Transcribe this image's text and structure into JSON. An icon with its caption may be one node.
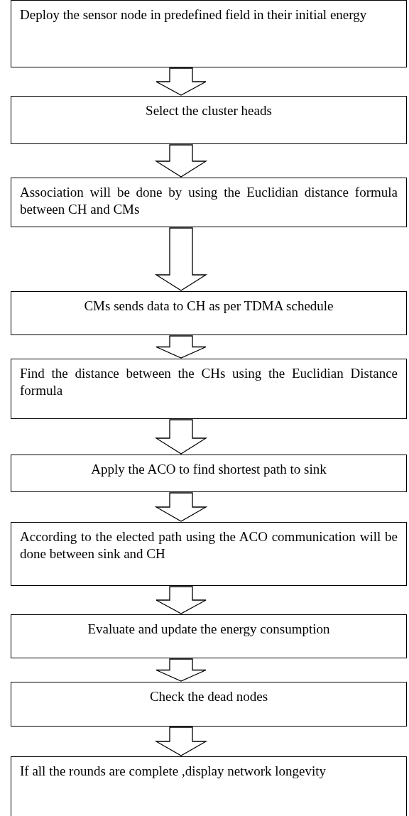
{
  "diagram": {
    "nodes": [
      {
        "text": [
          "Deploy the sensor node in predefined field in their initial energy"
        ]
      },
      {
        "text": [
          "Select the cluster heads"
        ]
      },
      {
        "text": [
          "Association will be done by using the Euclidian distance formula between CH and CMs"
        ]
      },
      {
        "text": [
          "CMs sends data to CH as per TDMA schedule"
        ]
      },
      {
        "text": [
          "Find the distance between the CHs using the Euclidian Distance formula"
        ]
      },
      {
        "text": [
          "Apply the ACO to find shortest path to sink"
        ]
      },
      {
        "text": [
          "According to the elected path using the ACO communication will be done between sink and CH"
        ]
      },
      {
        "text": [
          "Evaluate and update the energy consumption"
        ]
      },
      {
        "text": [
          "Check the dead nodes"
        ]
      },
      {
        "text": [
          "If all the rounds are complete ,display network longevity"
        ]
      }
    ],
    "edges": [
      {
        "from": 0,
        "to": 1,
        "arrow": "to"
      },
      {
        "from": 1,
        "to": 2,
        "arrow": "to"
      },
      {
        "from": 2,
        "to": 3,
        "arrow": "to"
      },
      {
        "from": 3,
        "to": 4,
        "arrow": "to"
      },
      {
        "from": 4,
        "to": 5,
        "arrow": "to"
      },
      {
        "from": 5,
        "to": 6,
        "arrow": "to"
      },
      {
        "from": 6,
        "to": 7,
        "arrow": "to"
      },
      {
        "from": 7,
        "to": 8,
        "arrow": "to"
      },
      {
        "from": 8,
        "to": 9,
        "arrow": "to"
      }
    ]
  }
}
